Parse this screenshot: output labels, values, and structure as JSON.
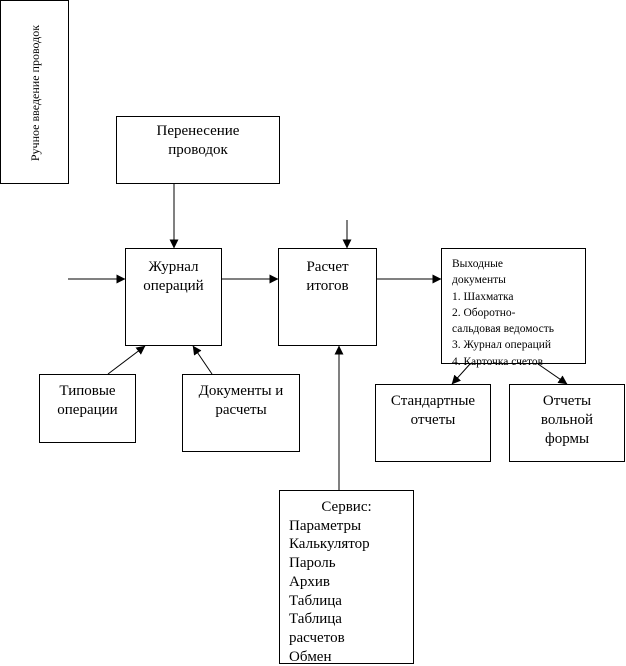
{
  "manual_entry": {
    "label": "Ручное введение проводок"
  },
  "transfer": {
    "lines": [
      "Перенесение",
      "проводок"
    ]
  },
  "journal": {
    "lines": [
      "Журнал",
      "операций"
    ]
  },
  "calc": {
    "lines": [
      "Расчет",
      "итогов"
    ]
  },
  "output_docs": {
    "lines": [
      "Выходные",
      "документы",
      "1. Шахматка",
      "2. Оборотно-",
      "сальдовая ведомость",
      "3. Журнал операций",
      "4. Карточка счетов"
    ]
  },
  "typical_ops": {
    "lines": [
      "Типовые",
      "операции"
    ]
  },
  "documents": {
    "lines": [
      "Документы и",
      "расчеты"
    ]
  },
  "standard_reports": {
    "lines": [
      "Стандартные",
      "отчеты"
    ]
  },
  "free_reports": {
    "lines": [
      "Отчеты",
      "вольной",
      "формы"
    ]
  },
  "service": {
    "title": "Сервис:",
    "items": [
      "Параметры",
      "Калькулятор",
      "Пароль",
      "Архив",
      "Таблица",
      "Таблица",
      "расчетов",
      "Обмен"
    ]
  }
}
